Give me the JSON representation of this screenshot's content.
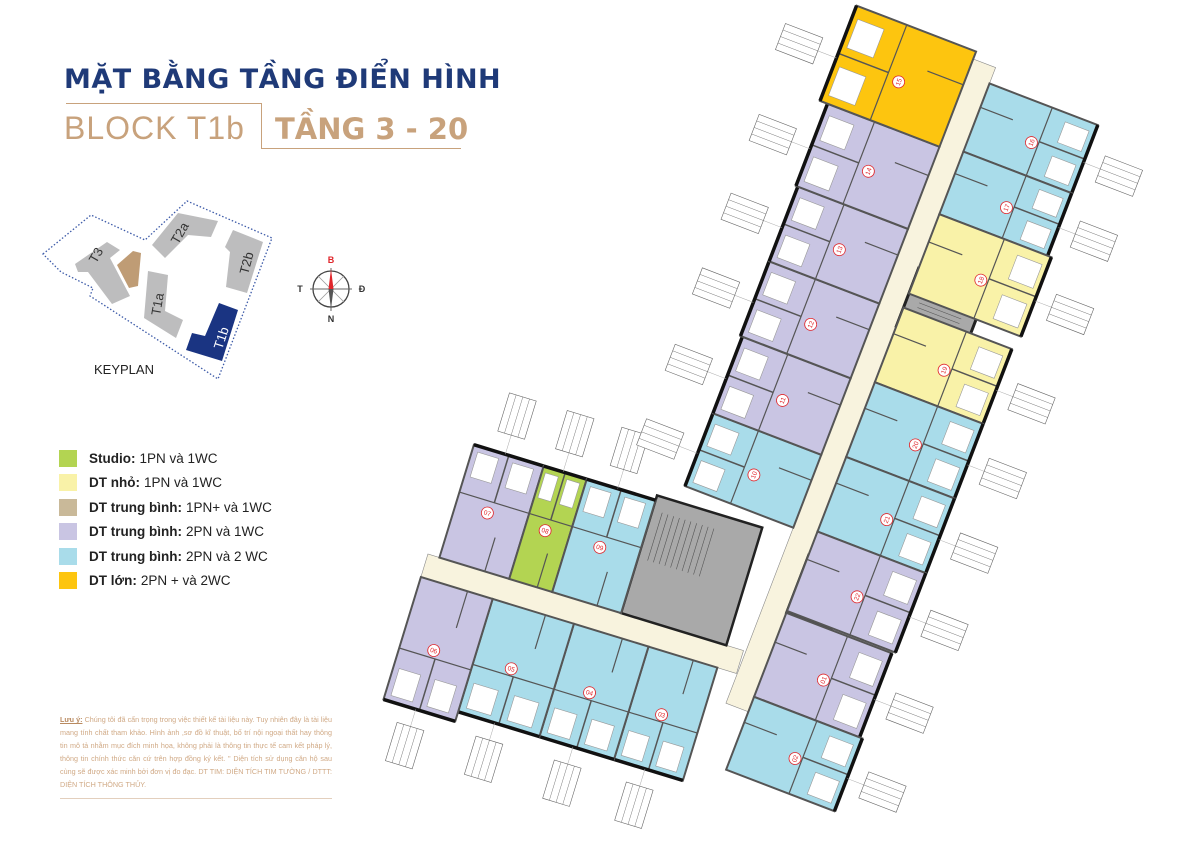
{
  "header": {
    "title": "MẶT BẰNG TẦNG ĐIỂN HÌNH",
    "block": "BLOCK T1b",
    "floor": "TẦNG 3 - 20"
  },
  "keyplan": {
    "label": "KEYPLAN",
    "buildings": [
      "T3",
      "T2a",
      "T2b",
      "T1a",
      "T1b"
    ],
    "highlighted": "T1b"
  },
  "compass": {
    "north_top": "B",
    "west": "T",
    "east": "Đ",
    "south": "N",
    "north_color": "#e0262b"
  },
  "legend": [
    {
      "bold": "Studio:",
      "text": "1PN và 1WC",
      "color": "#b3d452"
    },
    {
      "bold": "DT nhỏ:",
      "text": "1PN  và 1WC",
      "color": "#f9f2a8"
    },
    {
      "bold": "DT trung bình:",
      "text": "1PN+ và 1WC",
      "color": "#c9b999"
    },
    {
      "bold": "DT trung bình:",
      "text": "2PN và 1WC",
      "color": "#c9c5e3"
    },
    {
      "bold": "DT trung bình:",
      "text": "2PN và 2 WC",
      "color": "#a9dcea"
    },
    {
      "bold": "DT lớn:",
      "text": "2PN + và 2WC",
      "color": "#fdc50f"
    }
  ],
  "note": {
    "label": "Lưu ý:",
    "text": "Chúng tôi đã cẩn trọng trong việc thiết kế tài liệu này. Tuy nhiên đây là tài liệu mang tính chất tham khảo. Hình ảnh ,sơ đồ kĩ thuật, bố trí nội ngoại thất hay thông tin mô tả nhằm mục đích minh họa, không phải là thông tin thực tế cam kết pháp lý, thông tin chính thức căn cứ trên hợp đồng ký kết. \" Diện tích sử dụng căn hộ sau cùng  sẽ được xác minh bởi đơn vị đo đạc. DT TIM: DIỆN TÍCH TIM TƯỜNG /  DTTT: DIỆN TÍCH THÔNG THỦY."
  },
  "units": [
    {
      "id": "01",
      "type": "2pn1wc"
    },
    {
      "id": "02",
      "type": "2pn2wc"
    },
    {
      "id": "03",
      "type": "2pn2wc"
    },
    {
      "id": "04",
      "type": "2pn2wc"
    },
    {
      "id": "05",
      "type": "2pn2wc"
    },
    {
      "id": "06",
      "type": "2pn1wc"
    },
    {
      "id": "07",
      "type": "2pn1wc"
    },
    {
      "id": "08",
      "type": "studio"
    },
    {
      "id": "09",
      "type": "2pn2wc"
    },
    {
      "id": "10",
      "type": "2pn2wc"
    },
    {
      "id": "11",
      "type": "2pn1wc"
    },
    {
      "id": "12",
      "type": "2pn1wc"
    },
    {
      "id": "13",
      "type": "2pn1wc"
    },
    {
      "id": "14",
      "type": "2pn1wc"
    },
    {
      "id": "15",
      "type": "large"
    },
    {
      "id": "16",
      "type": "2pn2wc"
    },
    {
      "id": "17",
      "type": "2pn2wc"
    },
    {
      "id": "18",
      "type": "small"
    },
    {
      "id": "19",
      "type": "small"
    },
    {
      "id": "20",
      "type": "2pn2wc"
    },
    {
      "id": "21",
      "type": "2pn2wc"
    },
    {
      "id": "22",
      "type": "2pn1wc"
    }
  ],
  "unit_colors": {
    "studio": "#b3d452",
    "small": "#f9f2a8",
    "1pnplus": "#c9b999",
    "2pn1wc": "#c9c5e3",
    "2pn2wc": "#a9dcea",
    "large": "#fdc50f",
    "core": "#a9a9a9",
    "corridor": "#f8f3de",
    "wall": "#555555",
    "unit_label": "#e0262b"
  }
}
